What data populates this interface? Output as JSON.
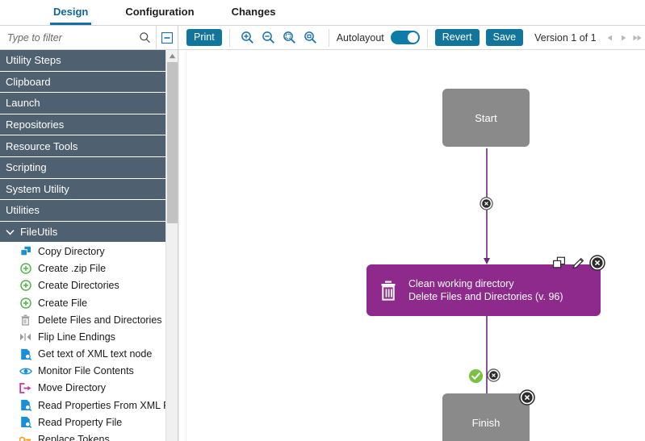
{
  "tabs": [
    {
      "label": "Design",
      "active": true
    },
    {
      "label": "Configuration",
      "active": false
    },
    {
      "label": "Changes",
      "active": false
    }
  ],
  "sidebar": {
    "filter": {
      "value": "",
      "placeholder": "Type to filter"
    },
    "collapse_icon": "collapse-panel-icon",
    "search_icon": "search-icon",
    "categories": [
      {
        "label": "Utility Steps",
        "expanded": false
      },
      {
        "label": "Clipboard",
        "expanded": false
      },
      {
        "label": "Launch",
        "expanded": false
      },
      {
        "label": "Repositories",
        "expanded": false
      },
      {
        "label": "Resource Tools",
        "expanded": false
      },
      {
        "label": "Scripting",
        "expanded": false
      },
      {
        "label": "System Utility",
        "expanded": false
      },
      {
        "label": "Utilities",
        "expanded": false
      },
      {
        "label": "FileUtils",
        "expanded": true
      }
    ],
    "fileutils_items": [
      {
        "label": "Copy Directory",
        "icon": "copy-icon",
        "color": "#1b8fd6"
      },
      {
        "label": "Create .zip File",
        "icon": "plus-circle-icon",
        "color": "#52b447"
      },
      {
        "label": "Create Directories",
        "icon": "plus-circle-icon",
        "color": "#52b447"
      },
      {
        "label": "Create File",
        "icon": "plus-circle-icon",
        "color": "#52b447"
      },
      {
        "label": "Delete Files and Directories",
        "icon": "trash-icon",
        "color": "#9a9a9a"
      },
      {
        "label": "Flip Line Endings",
        "icon": "flip-icon",
        "color": "#9a9a9a"
      },
      {
        "label": "Get text of XML text node",
        "icon": "document-search-icon",
        "color": "#1b8fd6"
      },
      {
        "label": "Monitor File Contents",
        "icon": "eye-icon",
        "color": "#1b8fd6"
      },
      {
        "label": "Move Directory",
        "icon": "move-export-icon",
        "color": "#c0389a"
      },
      {
        "label": "Read Properties From XML File",
        "icon": "document-search-icon",
        "color": "#1b8fd6"
      },
      {
        "label": "Read Property File",
        "icon": "document-search-icon",
        "color": "#1b8fd6"
      },
      {
        "label": "Replace Tokens",
        "icon": "key-icon",
        "color": "#f0a530"
      }
    ]
  },
  "toolbar": {
    "print_label": "Print",
    "zoom_in_icon": "zoom-in-icon",
    "zoom_out_icon": "zoom-out-icon",
    "zoom_fit_icon": "zoom-fit-icon",
    "zoom_actual_icon": "zoom-actual-size-icon",
    "autolayout_label": "Autolayout",
    "autolayout_on": true,
    "revert_label": "Revert",
    "save_label": "Save",
    "version_label": "Version 1 of 1",
    "nav_prev_icon": "nav-prev-icon",
    "nav_next_icon": "nav-next-icon",
    "nav_last_icon": "nav-last-icon",
    "accent_color": "#12769c"
  },
  "canvas": {
    "nodes": [
      {
        "id": "start",
        "label": "Start",
        "type": "terminal",
        "color": "#8a8a8a"
      },
      {
        "id": "clean",
        "title": "Clean working directory",
        "subtitle": "Delete Files and Directories (v. 96)",
        "type": "step",
        "color": "#8e2a8c",
        "icon": "trash-icon",
        "actions": [
          "copy-icon",
          "edit-pencil-icon",
          "delete-circle-icon"
        ]
      },
      {
        "id": "finish",
        "label": "Finish",
        "type": "terminal",
        "color": "#8a8a8a"
      }
    ],
    "connector_color": "#6b2a7a",
    "badges": [
      {
        "name": "add-step-badge",
        "icon": "x-circle-icon"
      },
      {
        "name": "success-badge",
        "icon": "check-circle-icon",
        "color": "#7ac143"
      },
      {
        "name": "add-step-badge-2",
        "icon": "x-circle-icon"
      },
      {
        "name": "finish-delete-badge",
        "icon": "x-circle-icon"
      }
    ]
  }
}
